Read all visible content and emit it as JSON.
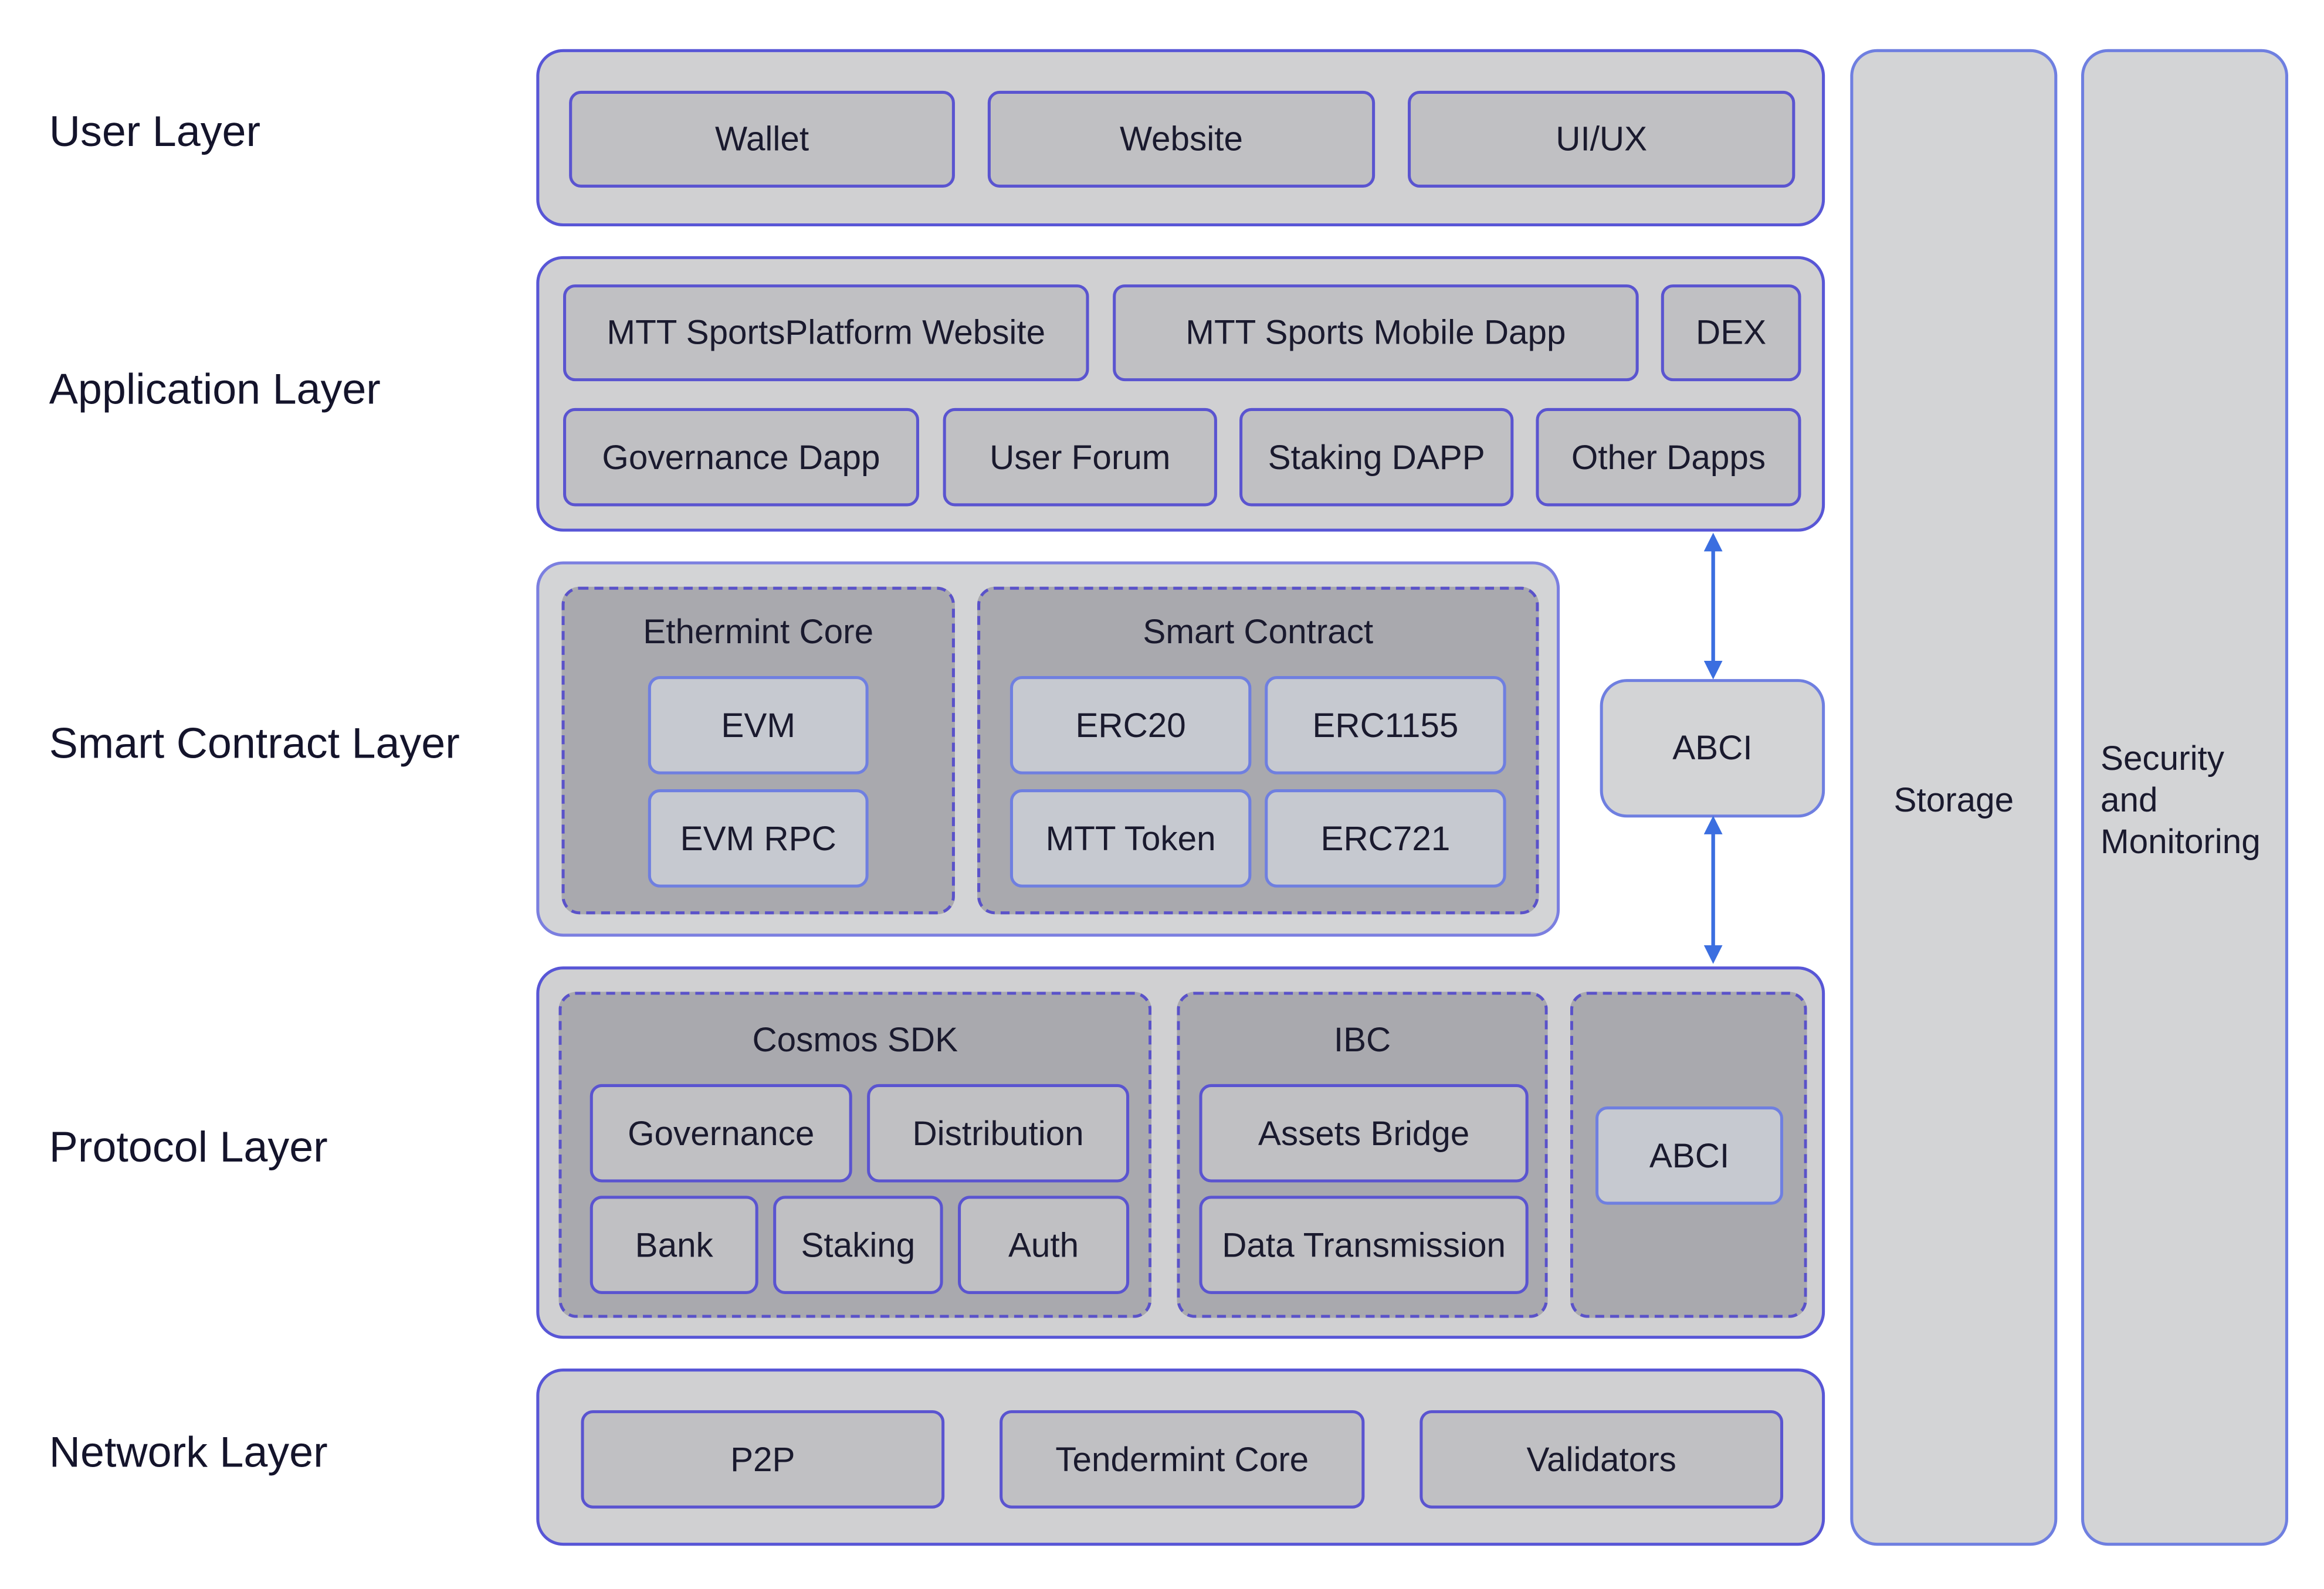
{
  "layers": {
    "user": "User Layer",
    "application": "Application Layer",
    "smart_contract": "Smart Contract Layer",
    "protocol": "Protocol Layer",
    "network": "Network Layer"
  },
  "user_layer": {
    "items": [
      "Wallet",
      "Website",
      "UI/UX"
    ]
  },
  "application_layer": {
    "row1": [
      "MTT SportsPlatform Website",
      "MTT Sports Mobile Dapp",
      "DEX"
    ],
    "row2": [
      "Governance Dapp",
      "User Forum",
      "Staking DAPP",
      "Other Dapps"
    ]
  },
  "smart_contract_layer": {
    "ethermint": {
      "title": "Ethermint Core",
      "items": [
        "EVM",
        "EVM RPC"
      ]
    },
    "smart_contract": {
      "title": "Smart Contract",
      "items": [
        "ERC20",
        "ERC1155",
        "MTT Token",
        "ERC721"
      ]
    },
    "abci": "ABCI"
  },
  "protocol_layer": {
    "cosmos": {
      "title": "Cosmos SDK",
      "row1": [
        "Governance",
        "Distribution"
      ],
      "row2": [
        "Bank",
        "Staking",
        "Auth"
      ]
    },
    "ibc": {
      "title": "IBC",
      "items": [
        "Assets Bridge",
        "Data Transmission"
      ]
    },
    "abci": "ABCI"
  },
  "network_layer": {
    "items": [
      "P2P",
      "Tendermint Core",
      "Validators"
    ]
  },
  "side_columns": {
    "storage": "Storage",
    "security": {
      "line1": "Security",
      "line2": "and",
      "line3": "Monitoring"
    }
  },
  "colors": {
    "border": "#5856d6",
    "arrow": "#3b6ee0",
    "panel": "#d0d0d2",
    "group": "#a9a9ae"
  }
}
